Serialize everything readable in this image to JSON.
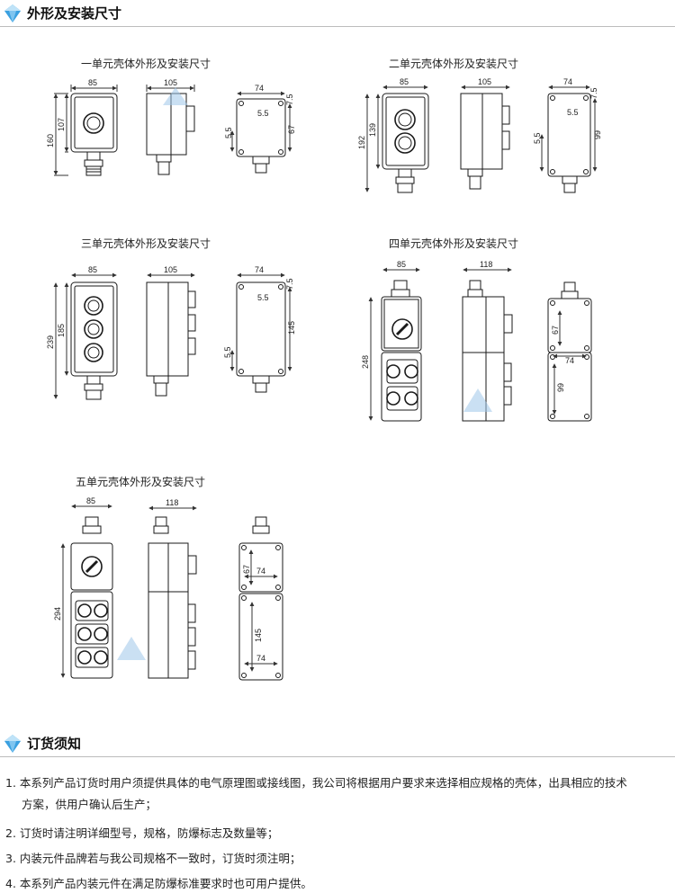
{
  "section1": {
    "title": "外形及安装尺寸"
  },
  "section2": {
    "title": "订货须知"
  },
  "colors": {
    "accent": "#3aa0e0",
    "line": "#1a1a1a",
    "dim": "#333333",
    "watermark": "#9ec6ea"
  },
  "drawings": [
    {
      "caption": "一单元壳体外形及安装尺寸",
      "dims": {
        "front_w": "85",
        "front_h_outer": "160",
        "front_h_inner": "107",
        "side_w": "105",
        "plan_w": "74",
        "plan_a": "7.5",
        "plan_b": "5.5",
        "plan_c": "5.5",
        "plan_h": "67"
      }
    },
    {
      "caption": "二单元壳体外形及安装尺寸",
      "dims": {
        "front_w": "85",
        "front_h_outer": "192",
        "front_h_inner": "139",
        "side_w": "105",
        "plan_w": "74",
        "plan_a": "7.5",
        "plan_b": "5.5",
        "plan_c": "5.5",
        "plan_h": "99"
      }
    },
    {
      "caption": "三单元壳体外形及安装尺寸",
      "dims": {
        "front_w": "85",
        "front_h_outer": "239",
        "front_h_inner": "185",
        "side_w": "105",
        "plan_w": "74",
        "plan_a": "7.5",
        "plan_b": "5.5",
        "plan_c": "5.5",
        "plan_h": "145"
      }
    },
    {
      "caption": "四单元壳体外形及安装尺寸",
      "dims": {
        "front_w": "85",
        "front_h_outer": "248",
        "side_w": "118",
        "plan_h1": "67",
        "plan_w": "74",
        "plan_h2": "99"
      }
    },
    {
      "caption": "五单元壳体外形及安装尺寸",
      "dims": {
        "front_w": "85",
        "front_h_outer": "294",
        "side_w": "118",
        "plan_h1": "67",
        "plan_w1": "74",
        "plan_h2": "145",
        "plan_w2": "74"
      }
    }
  ],
  "notes": [
    {
      "num": "1.",
      "text": "本系列产品订货时用户须提供具体的电气原理图或接线图，我公司将根据用户要求来选择相应规格的壳体，出具相应的技术",
      "cont": "方案，供用户确认后生产；"
    },
    {
      "num": "2.",
      "text": "订货时请注明详细型号，规格，防爆标志及数量等；"
    },
    {
      "num": "3.",
      "text": "内装元件品牌若与我公司规格不一致时，订货时须注明；"
    },
    {
      "num": "4.",
      "text": "本系列产品内装元件在满足防爆标准要求时也可用户提供。"
    }
  ]
}
